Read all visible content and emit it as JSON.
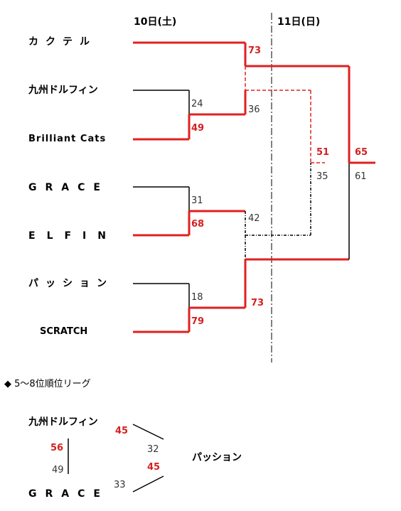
{
  "days": {
    "day1": "10日(土)",
    "day2": "11日(日)"
  },
  "teams": {
    "t1": "カクテル",
    "t2": "九州ドルフィン",
    "t3": "Brilliant Cats",
    "t4": "GRACE",
    "t5": "ELFIN",
    "t6": "パッション",
    "t7": "SCRATCH"
  },
  "bracket_scores": {
    "qf1_top": "24",
    "qf1_bottom": "49",
    "qf2_top": "31",
    "qf2_bottom": "68",
    "qf3_top": "18",
    "qf3_bottom": "79",
    "sf1_top": "73",
    "sf1_bottom": "36",
    "sf2_top": "42",
    "sf2_bottom": "73",
    "third_top": "51",
    "third_bottom": "35",
    "final_top": "65",
    "final_bottom": "61"
  },
  "league": {
    "title": "◆ 5〜8位順位リーグ",
    "team_a": "九州ドルフィン",
    "team_b": "GRACE",
    "team_c": "パッション",
    "ab_score_a": "56",
    "ab_score_b": "49",
    "ac_score_a": "45",
    "ac_score_c": "32",
    "bc_score_b": "33",
    "bc_score_c": "45"
  },
  "colors": {
    "win": "#d42020",
    "lose": "#000000",
    "divider": "#000000"
  }
}
